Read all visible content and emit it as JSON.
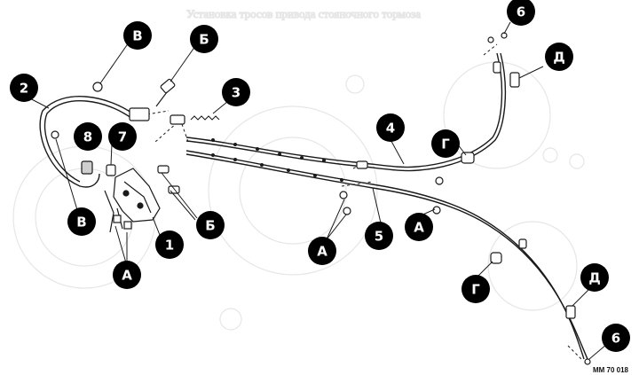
{
  "ghost_heading": "Установка тросов привода стояночного тормоза",
  "figure_code": "MM 70 018",
  "callouts": [
    {
      "id": "c6top",
      "label": "6"
    },
    {
      "id": "cDtop",
      "label": "Д"
    },
    {
      "id": "cV1",
      "label": "В"
    },
    {
      "id": "cB1",
      "label": "Б"
    },
    {
      "id": "c2",
      "label": "2"
    },
    {
      "id": "c3",
      "label": "3"
    },
    {
      "id": "c8",
      "label": "8"
    },
    {
      "id": "c7",
      "label": "7"
    },
    {
      "id": "c4",
      "label": "4"
    },
    {
      "id": "cG1",
      "label": "Г"
    },
    {
      "id": "cV2",
      "label": "В"
    },
    {
      "id": "c1",
      "label": "1"
    },
    {
      "id": "cB2",
      "label": "Б"
    },
    {
      "id": "cA1",
      "label": "А"
    },
    {
      "id": "cA2",
      "label": "А"
    },
    {
      "id": "c5",
      "label": "5"
    },
    {
      "id": "cA3",
      "label": "А"
    },
    {
      "id": "cG2",
      "label": "Г"
    },
    {
      "id": "cD2",
      "label": "Д"
    },
    {
      "id": "c6bot",
      "label": "6"
    }
  ]
}
